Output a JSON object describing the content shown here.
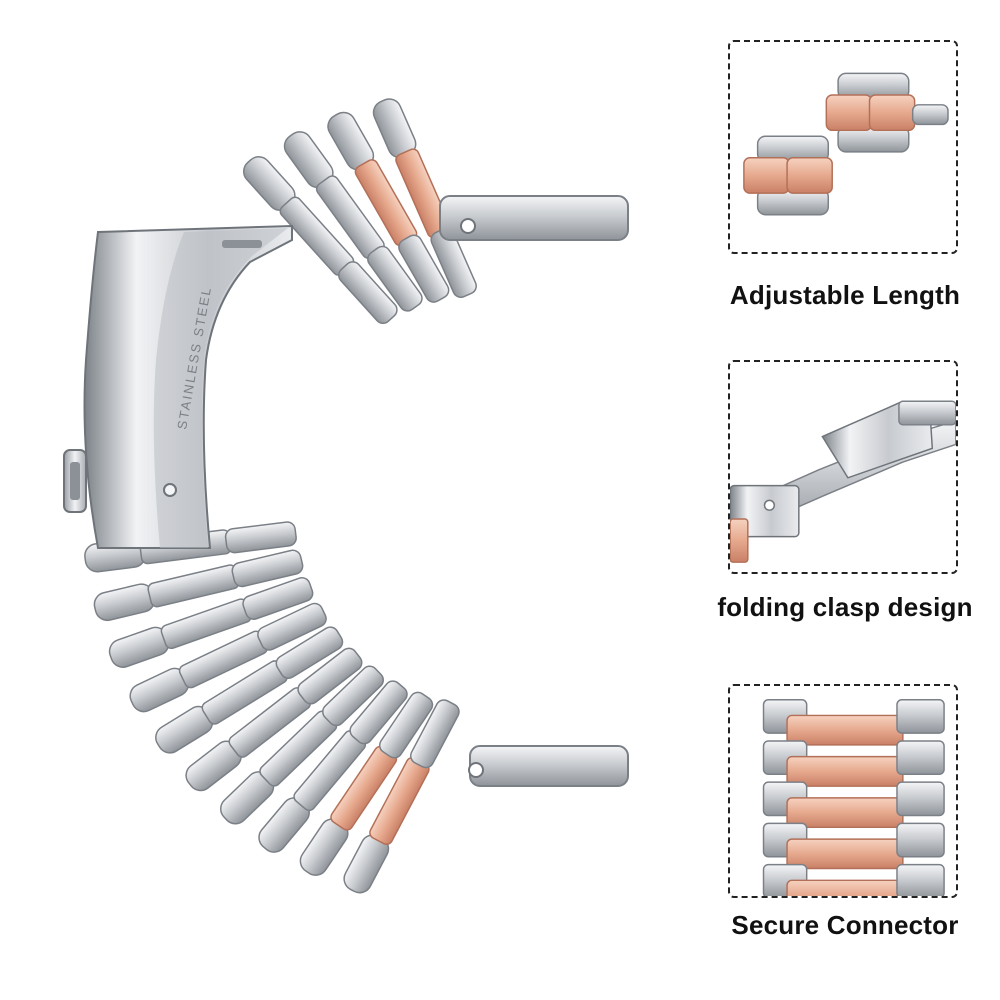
{
  "features": [
    {
      "caption": "Adjustable Length"
    },
    {
      "caption": "folding clasp design"
    },
    {
      "caption": "Secure Connector"
    }
  ],
  "clasp_engraving": "STAINLESS STEEL",
  "colors": {
    "silver": "#c9ccd0",
    "silver_light": "#eef0f2",
    "silver_dark": "#8f949a",
    "rose_gold": "#e6a98e",
    "rose_gold_dark": "#c98066"
  }
}
